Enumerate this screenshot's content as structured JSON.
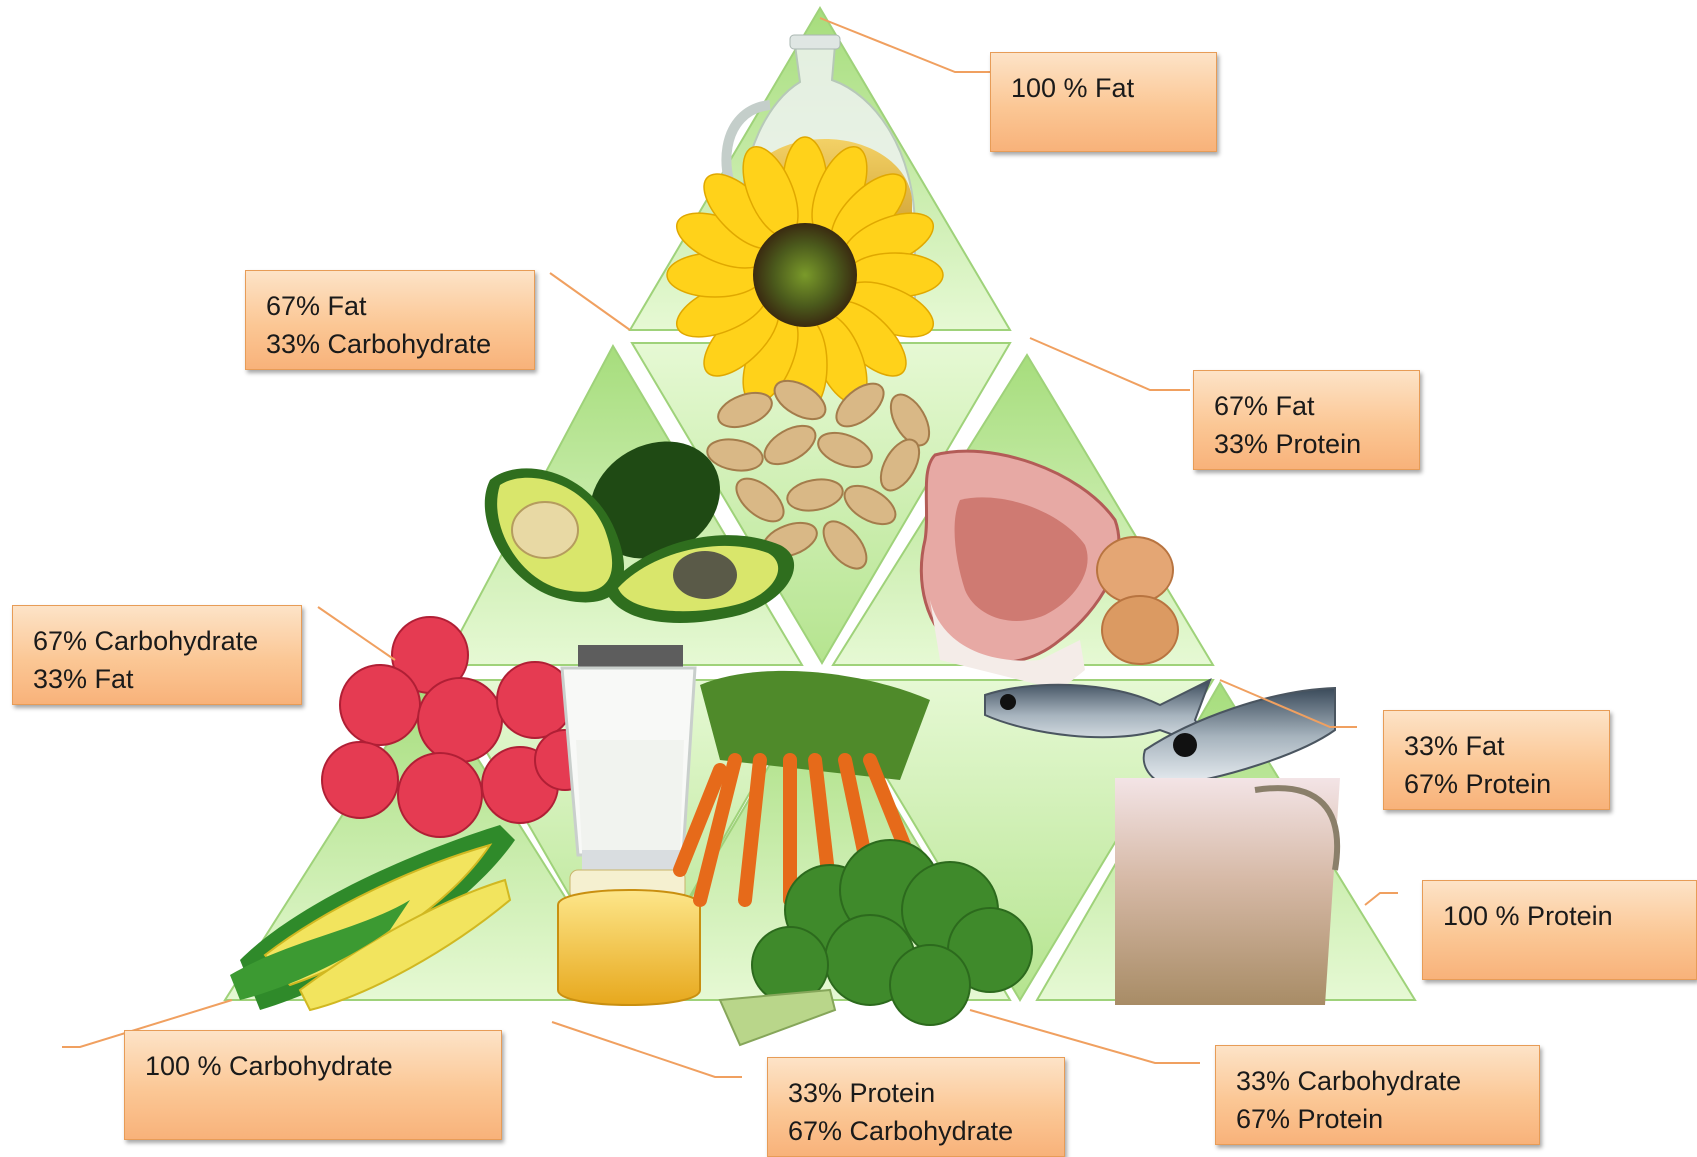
{
  "colors": {
    "pyramid_fill_top": "#e3f8cf",
    "pyramid_fill_bottom": "#a6dd7c",
    "pyramid_stroke": "#9fd27a",
    "label_fill": "#fbc795",
    "label_border": "#e79c57",
    "leader_line": "#f0a060"
  },
  "labels": {
    "fat_100": {
      "lines": [
        "100 % Fat"
      ]
    },
    "fat67_carb33": {
      "lines": [
        "67% Fat",
        "33% Carbohydrate"
      ]
    },
    "fat67_protein33": {
      "lines": [
        "67% Fat",
        "33% Protein"
      ]
    },
    "carb67_fat33": {
      "lines": [
        "67% Carbohydrate",
        "33% Fat"
      ]
    },
    "fat33_protein67": {
      "lines": [
        "33% Fat",
        "67% Protein"
      ]
    },
    "protein_100": {
      "lines": [
        "100 % Protein"
      ]
    },
    "carb_100": {
      "lines": [
        "100 % Carbohydrate"
      ]
    },
    "protein33_carb67": {
      "lines": [
        "33% Protein",
        "67% Carbohydrate"
      ]
    },
    "carb33_protein67": {
      "lines": [
        "33% Carbohydrate",
        "67% Protein"
      ]
    }
  },
  "food_icons": [
    "olive-oil-jug-icon",
    "sunflower-icon",
    "peanuts-icon",
    "avocado-icon",
    "pork-chop-icon",
    "egg-icon",
    "raspberry-icon",
    "milk-glass-icon",
    "carrots-icon",
    "sardines-icon",
    "protein-shake-icon",
    "corn-icon",
    "honey-jar-icon",
    "kale-icon"
  ]
}
